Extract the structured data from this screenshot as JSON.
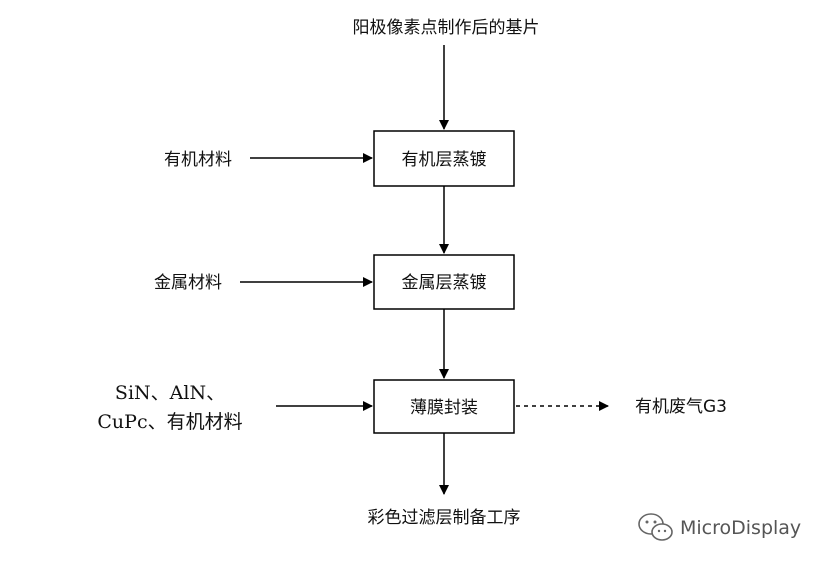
{
  "diagram": {
    "start_label": "阳极像素点制作后的基片",
    "steps": [
      "有机层蒸镀",
      "金属层蒸镀",
      "薄膜封装"
    ],
    "inputs": {
      "organic": "有机材料",
      "metal": "金属材料",
      "encap_line1": "SiN、AlN、",
      "encap_line2": "CuPc、有机材料"
    },
    "byproduct": "有机废气G3",
    "end_label": "彩色过滤层制备工序"
  },
  "watermark": {
    "icon": "wechat-icon",
    "text": "MicroDisplay"
  }
}
